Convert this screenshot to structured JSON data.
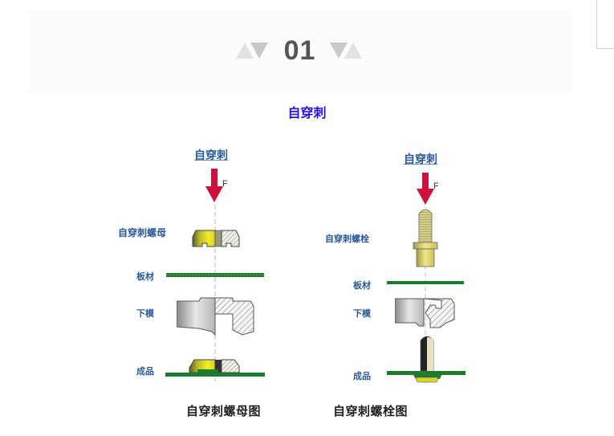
{
  "banner": {
    "number": "01"
  },
  "section": {
    "title": "自穿刺"
  },
  "diagram_nut": {
    "heading": "自穿刺",
    "force_label": "F",
    "labels": {
      "part": "自穿刺螺母",
      "sheet": "板材",
      "die": "下模",
      "result": "成品"
    },
    "caption": "自穿刺螺母图"
  },
  "diagram_bolt": {
    "heading": "自穿刺",
    "force_label": "F",
    "labels": {
      "part": "自穿刺螺栓",
      "sheet": "板材",
      "die": "下模",
      "result": "成品"
    },
    "caption": "自穿刺螺栓图"
  },
  "colors": {
    "title_blue": "#2a12e6",
    "label_blue": "#2b5a99",
    "arrow_red": "#d0103a",
    "sheet_green": "#1e7a2e",
    "brass_yellow": "#d8d22a",
    "number_gray": "#555555"
  }
}
